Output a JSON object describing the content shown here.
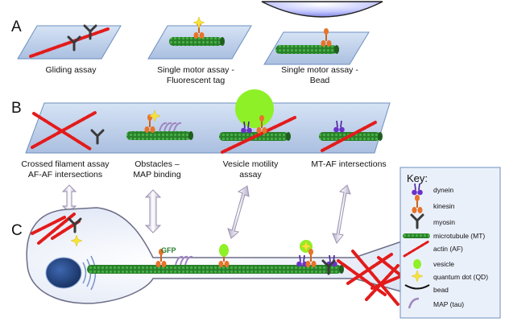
{
  "panels": {
    "a": "A",
    "b": "B",
    "c": "C"
  },
  "panel_a": {
    "gliding": "Gliding assay",
    "fluor_line1": "Single motor assay -",
    "fluor_line2": "Fluorescent tag",
    "bead_line1": "Single motor assay -",
    "bead_line2": "Bead"
  },
  "panel_b": {
    "crossed_line1": "Crossed filament assay",
    "crossed_line2": "AF-AF intersections",
    "obstacles_line1": "Obstacles –",
    "obstacles_line2": "MAP binding",
    "vesicle_line1": "Vesicle motility",
    "vesicle_line2": "assay",
    "mtaf": "MT-AF intersections"
  },
  "panel_c": {
    "gfp": "GFP"
  },
  "key": {
    "title": "Key:",
    "items": [
      {
        "label": "dynein",
        "icon": "dynein-icon"
      },
      {
        "label": "kinesin",
        "icon": "kinesin-icon"
      },
      {
        "label": "myosin",
        "icon": "myosin-icon"
      },
      {
        "label": "microtubule (MT)",
        "icon": "microtubule-icon"
      },
      {
        "label": "actin (AF)",
        "icon": "actin-icon"
      },
      {
        "label": "vesicle",
        "icon": "vesicle-icon"
      },
      {
        "label": "quantum dot (QD)",
        "icon": "quantum-dot-icon"
      },
      {
        "label": "bead",
        "icon": "bead-icon"
      },
      {
        "label": "MAP (tau)",
        "icon": "map-tau-icon"
      }
    ]
  },
  "colors": {
    "glass": "#c7d8ef",
    "glass_border": "#6d8fbf",
    "microtubule": "#2e8b2e",
    "actin": "#e31b1b",
    "kinesin": "#e8732a",
    "dynein": "#6a32c8",
    "myosin": "#3a3a3a",
    "vesicle": "#8ef026",
    "quantum_dot": "#f7e33a",
    "map": "#9f86c0",
    "nucleus": "#1f3f7a",
    "cell": "#b7c7e6"
  }
}
